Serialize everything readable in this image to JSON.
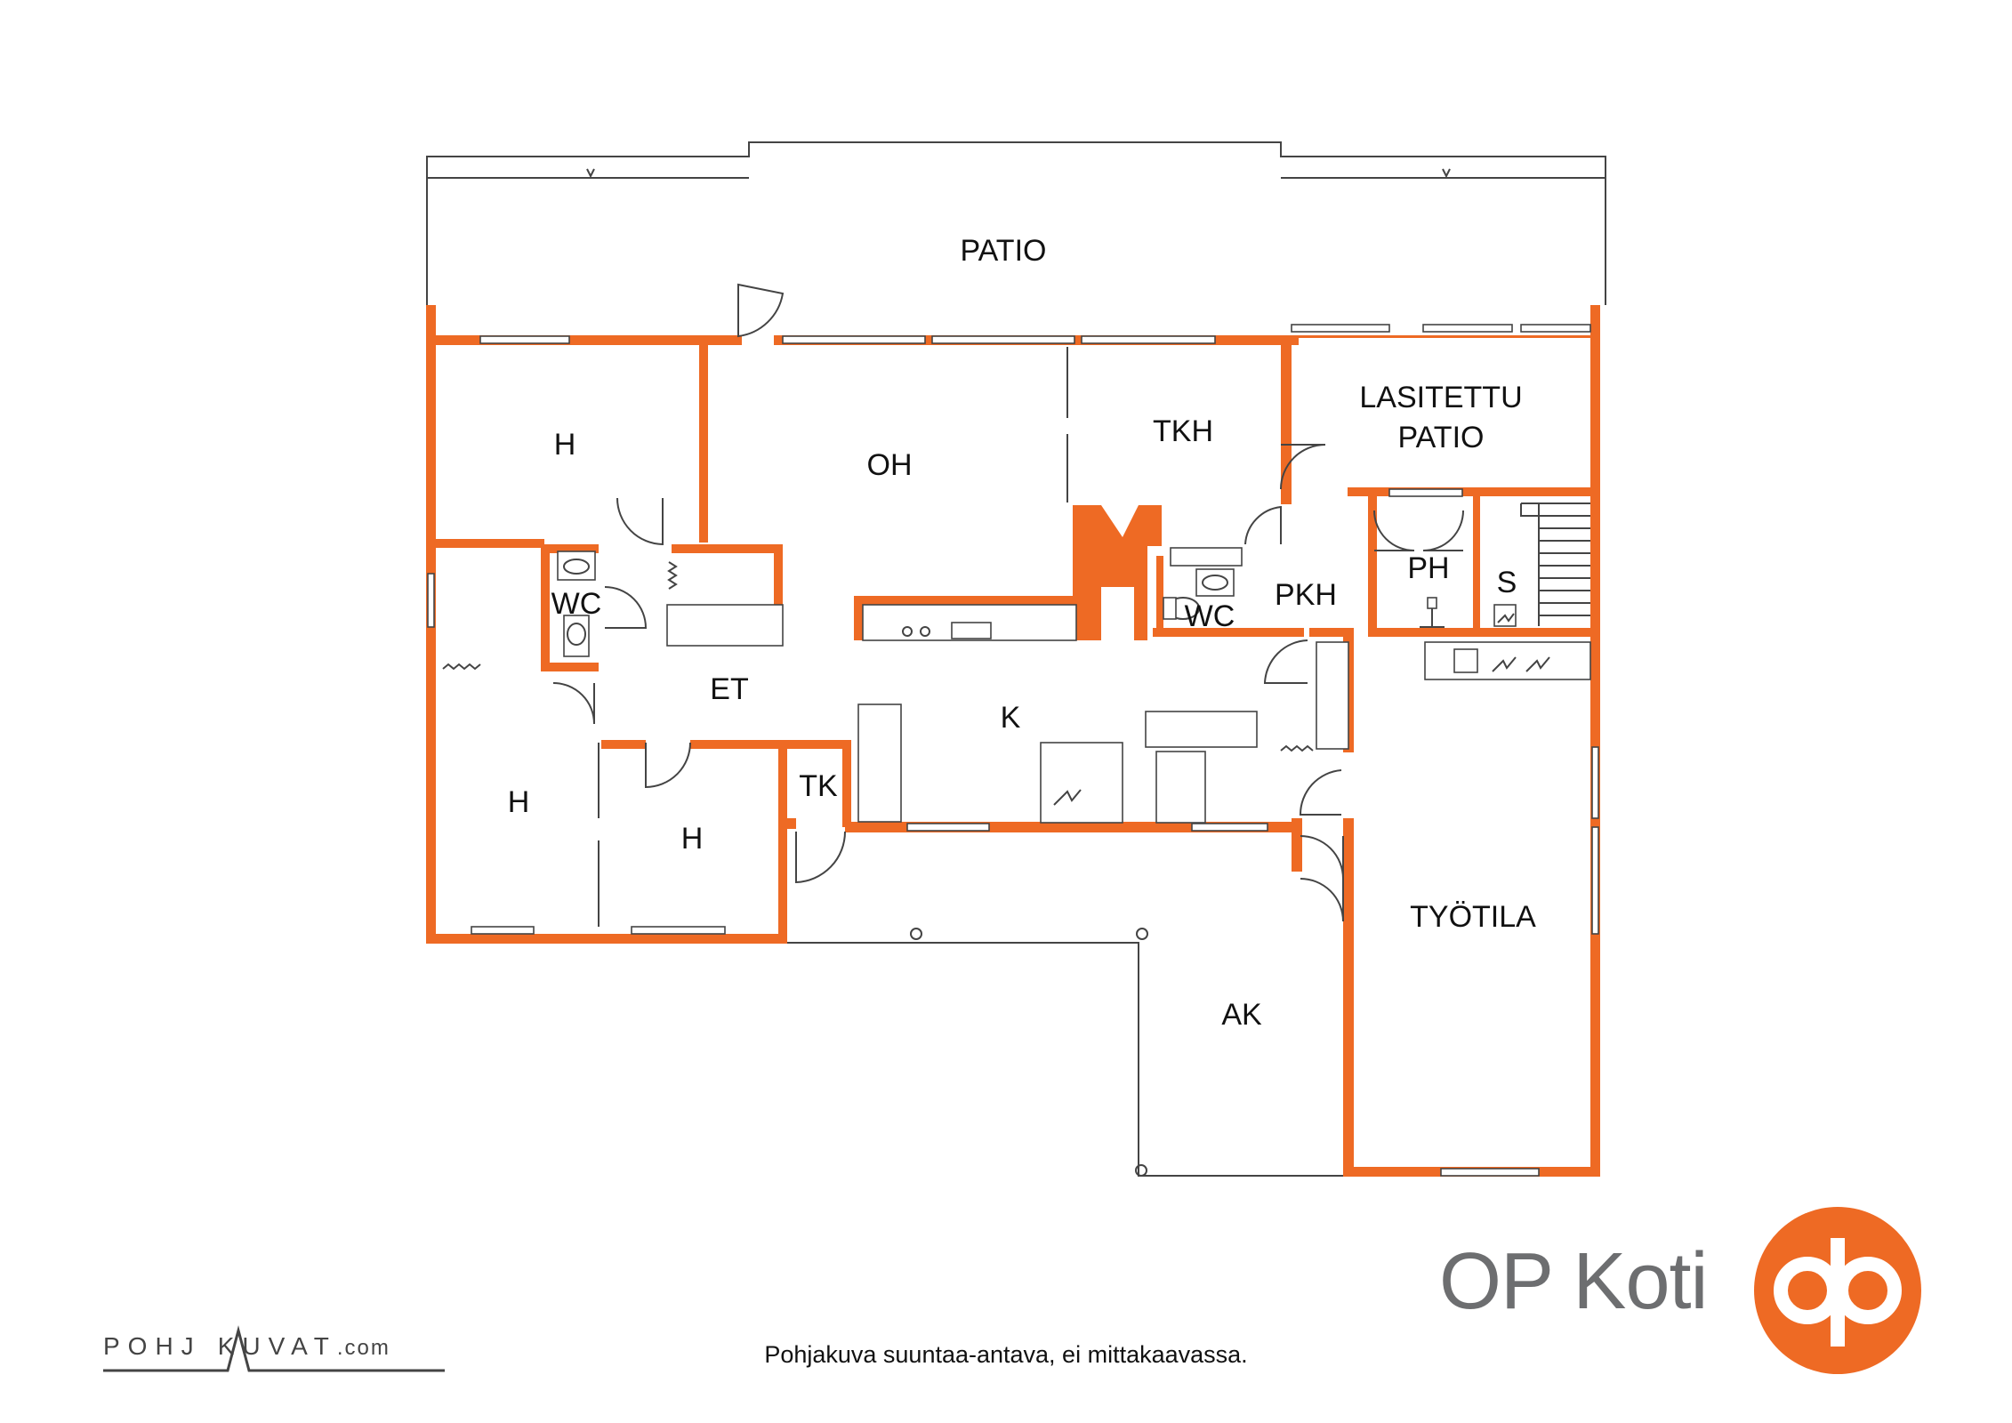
{
  "rooms": {
    "patio": "PATIO",
    "lasitettu_1": "LASITETTU",
    "lasitettu_2": "PATIO",
    "h_top": "H",
    "oh": "OH",
    "tkh": "TKH",
    "wc_left": "WC",
    "wc_center": "WC",
    "pkh": "PKH",
    "ph": "PH",
    "s": "S",
    "et": "ET",
    "k": "K",
    "h_left": "H",
    "h_mid": "H",
    "tk": "TK",
    "tyotila": "TYÖTILA",
    "ak": "AK"
  },
  "caption": "Pohjakuva suuntaa-antava, ei mittakaavassa.",
  "brand": {
    "name": "OP Koti",
    "color": "#ee6a24",
    "text_color": "#6d6e70"
  },
  "watermark": {
    "left": "POHJ",
    "right": "KUVAT",
    "suffix": ".com"
  },
  "colors": {
    "wall": "#ee6a24",
    "line": "#444444"
  }
}
